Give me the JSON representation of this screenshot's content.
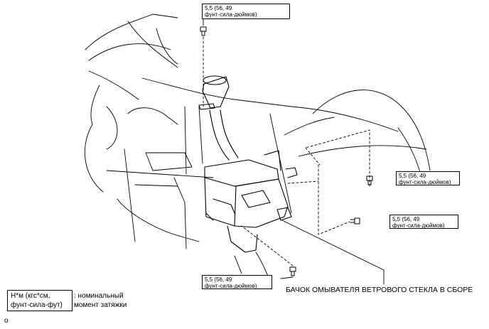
{
  "torque_callouts": [
    {
      "id": "top",
      "line1": "5,5 (56, 49",
      "line2": "фунт-сила-дюймов)"
    },
    {
      "id": "right-upper",
      "line1": "5,5 (56, 49",
      "line2": "фунт-сила-дюймов)"
    },
    {
      "id": "right-lower",
      "line1": "5,5 (56, 49",
      "line2": "фунт-сила-дюймов)"
    },
    {
      "id": "bottom",
      "line1": "5,5 (56, 49",
      "line2": "фунт-сила-дюймов)"
    }
  ],
  "part_label": "БАЧОК ОМЫВАТЕЛЯ ВЕТРОВОГО СТЕКЛА В СБОРЕ",
  "legend": {
    "unit_line1": "Н*м (кгс*см,",
    "unit_line2": "фунт-сила-фут)",
    "desc_line1": ": номинальный",
    "desc_line2": "момент затяжки"
  },
  "figure_id": "o"
}
